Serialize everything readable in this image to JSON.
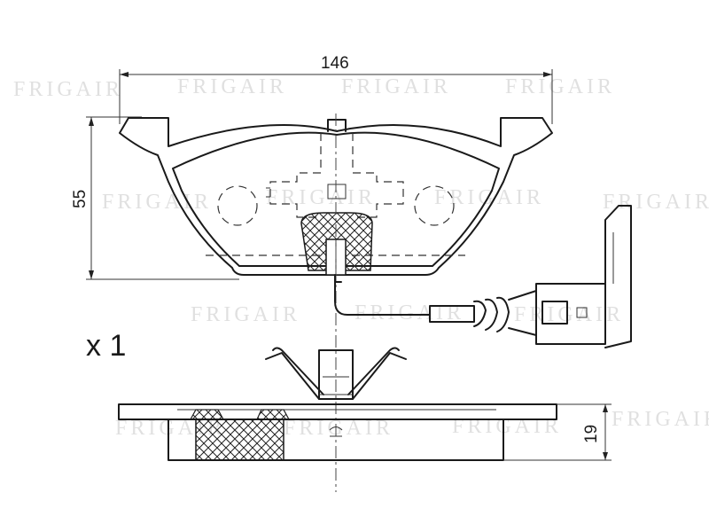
{
  "dimensions": {
    "width": "146",
    "height": "55",
    "thickness": "19"
  },
  "quantity": "x 1",
  "watermark": {
    "text": "FRIGAIR",
    "color": "#c8c8c8"
  },
  "colors": {
    "line": "#1a1a1a",
    "background": "#ffffff"
  }
}
